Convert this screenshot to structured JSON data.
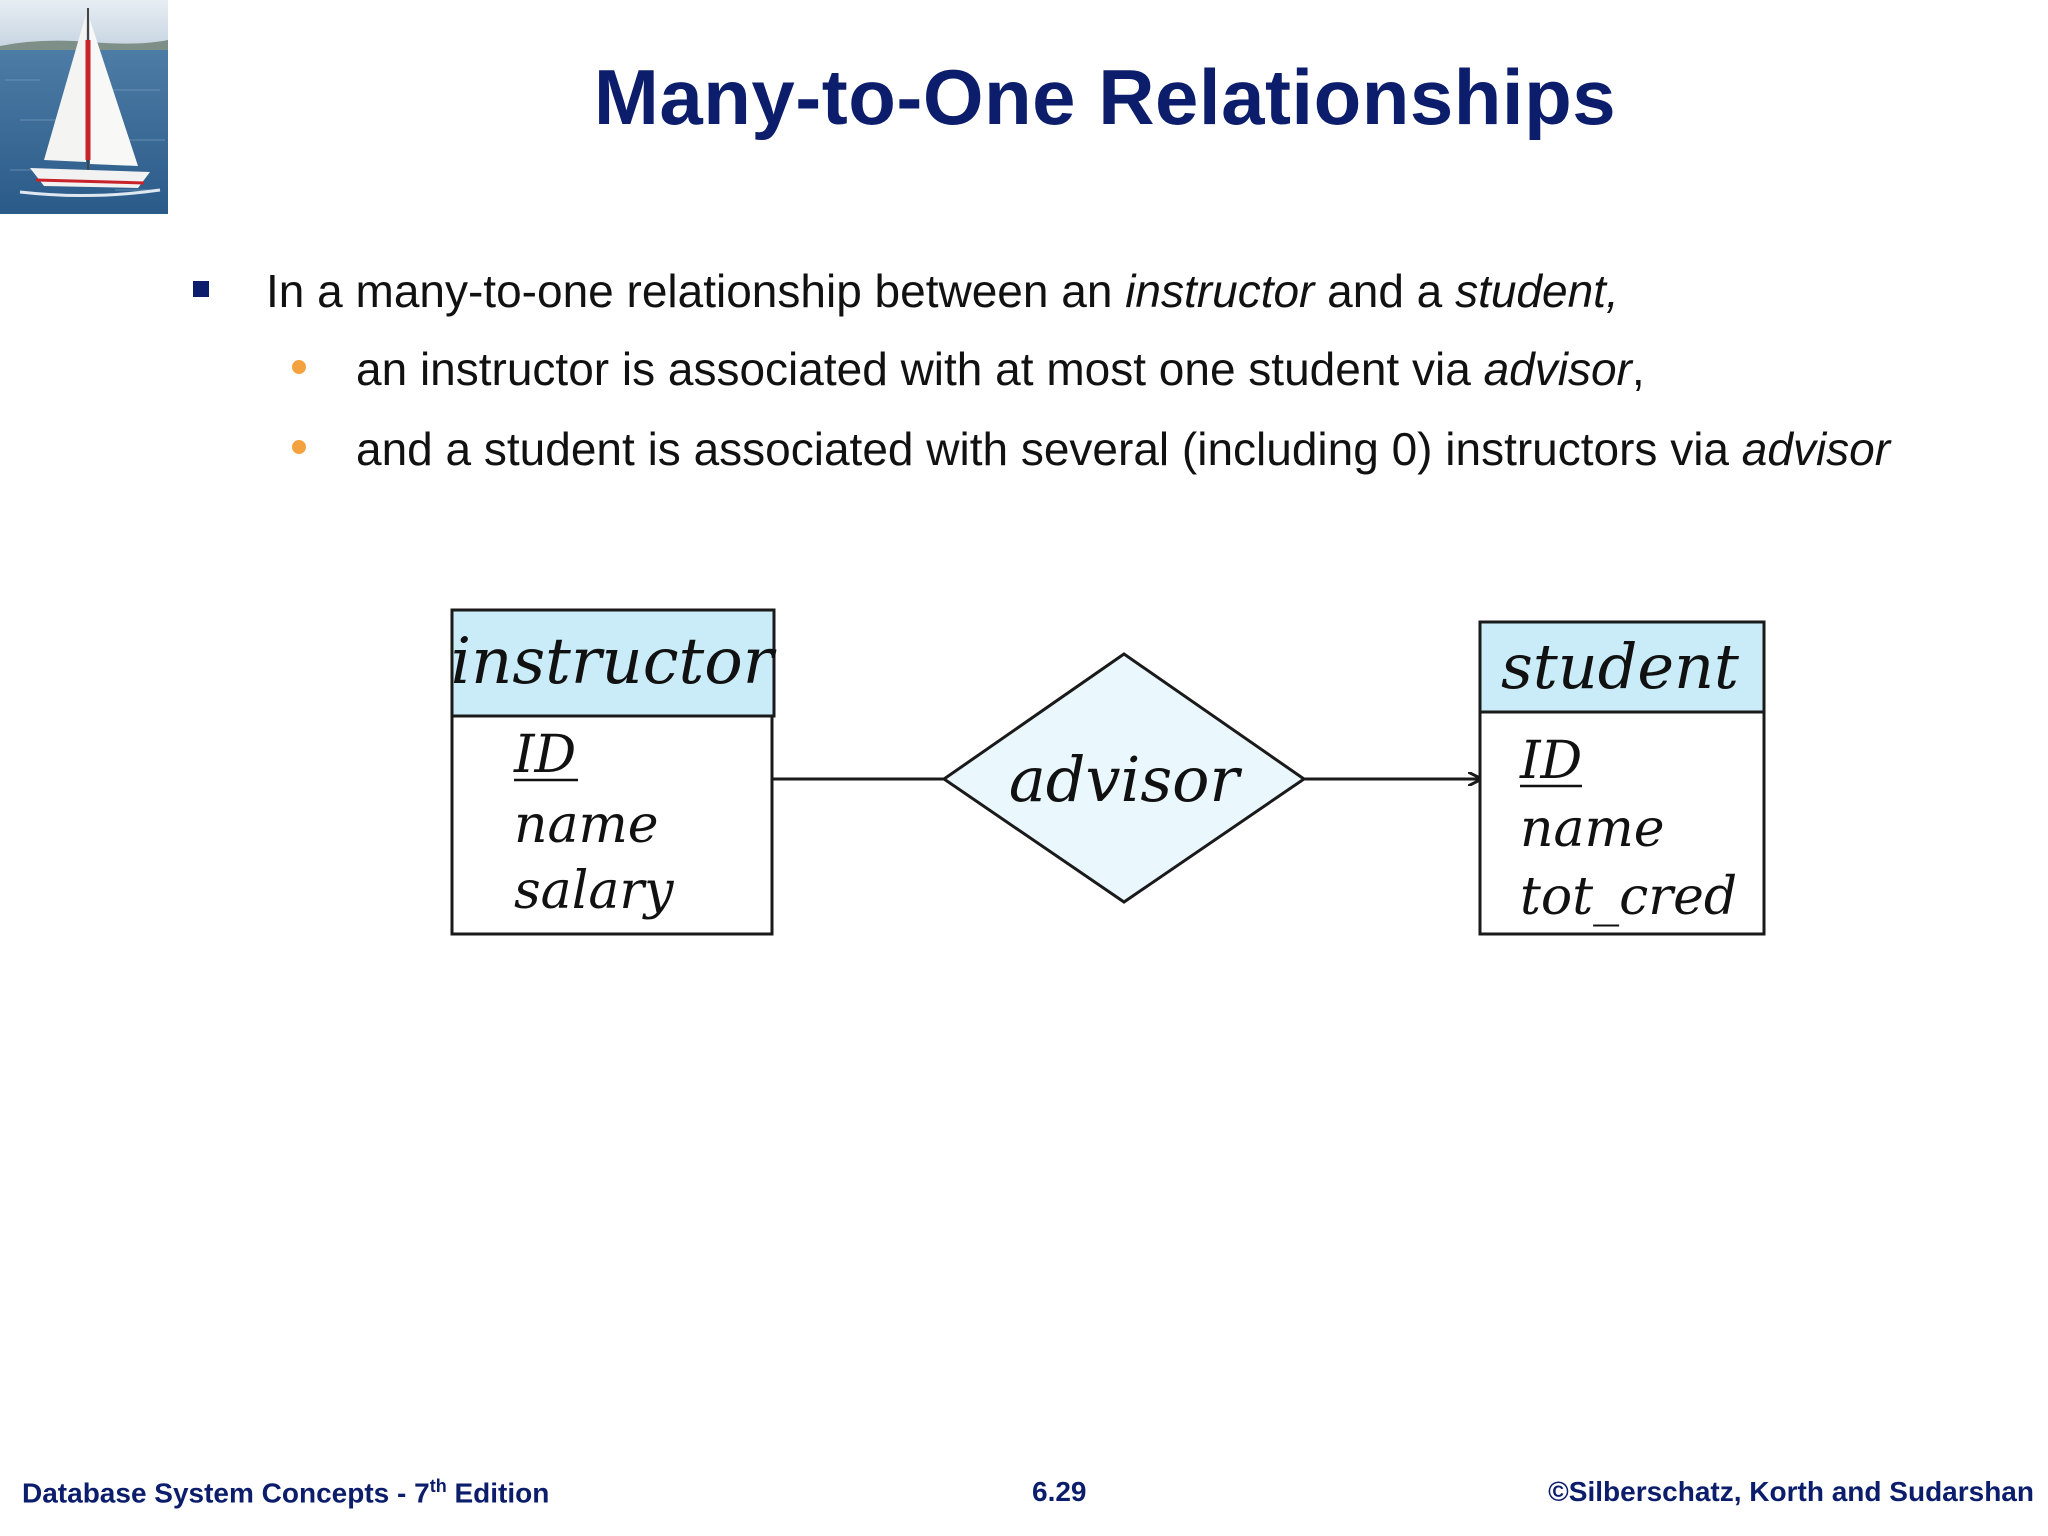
{
  "slide": {
    "title": "Many-to-One Relationships",
    "bullet1": {
      "prefix": "In a many-to-one relationship between an ",
      "em1": "instructor",
      "middle": " and a ",
      "em2": "student,"
    },
    "bullet2": {
      "prefix": "an instructor  is associated with at most one student via ",
      "em": "advisor",
      "suffix": ","
    },
    "bullet3": {
      "prefix": "and a student is associated with several (including 0) instructors via ",
      "em": "advisor"
    }
  },
  "diagram": {
    "entity_left": {
      "name": "instructor",
      "attributes": [
        "ID",
        "name",
        "salary"
      ],
      "key": "ID"
    },
    "relationship": "advisor",
    "entity_right": {
      "name": "student",
      "attributes": [
        "ID",
        "name",
        "tot_cred"
      ],
      "key": "ID"
    },
    "colors": {
      "entity_header": "#c9ecf8",
      "relationship_fill": "#eaf7fd",
      "stroke": "#1a1a1a"
    }
  },
  "footer": {
    "left_main": "Database System Concepts - 7",
    "left_sup": "th",
    "left_end": " Edition",
    "center": "6.29",
    "right": "©Silberschatz, Korth and Sudarshan"
  },
  "colors": {
    "title": "#0b1d6b",
    "square_bullet": "#0b1d6b",
    "round_bullet": "#f4a23f"
  },
  "icons": {
    "logo": "sailboat-logo-icon"
  }
}
